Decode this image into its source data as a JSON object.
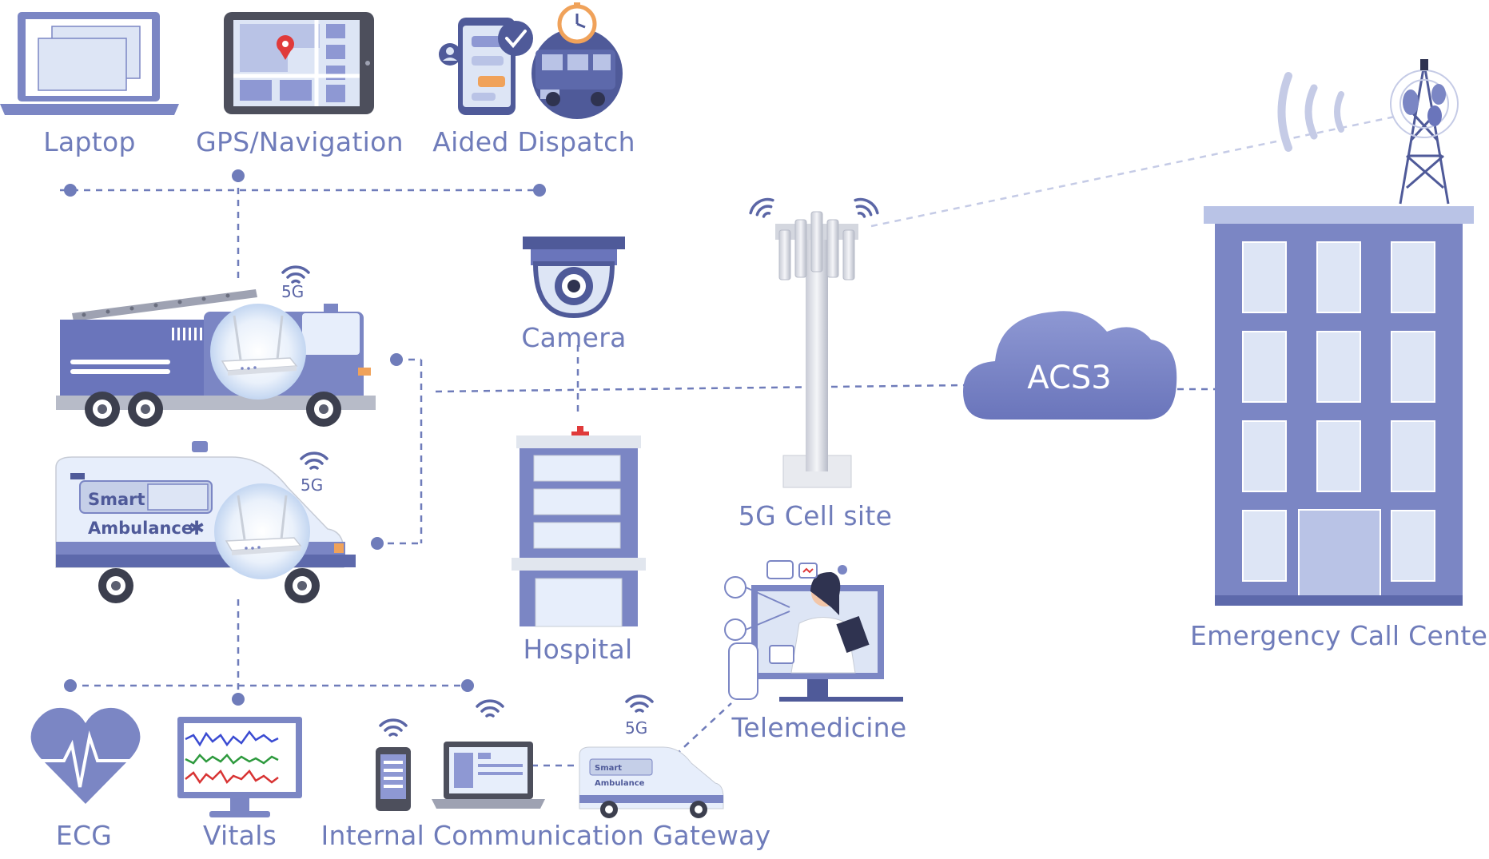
{
  "labels": {
    "laptop": "Laptop",
    "gps": "GPS/Navigation",
    "dispatch": "Aided Dispatch",
    "camera": "Camera",
    "hospital": "Hospital",
    "cell_site": "5G Cell site",
    "cloud": "ACS3",
    "call_center": "Emergency Call Center",
    "telemedicine": "Telemedicine",
    "ecg": "ECG",
    "vitals": "Vitals",
    "gateway": "Internal Communication Gateway"
  },
  "badges": {
    "firetruck_5g": "5G",
    "ambulance_5g": "5G",
    "gateway_5g": "5G"
  },
  "ambulance_text": {
    "line1": "Smart",
    "line2": "Ambulance"
  },
  "colors": {
    "primary": "#7b86c4",
    "dark": "#4f5a99",
    "light": "#dde5f5",
    "label": "#6f7cba",
    "cross": "#e03a3a"
  },
  "icons": [
    "laptop-icon",
    "tablet-map-icon",
    "dispatch-phone-icon",
    "fire-truck-icon",
    "router-icon",
    "ambulance-icon",
    "camera-icon",
    "hospital-icon",
    "cell-tower-icon",
    "cloud-icon",
    "call-center-building-icon",
    "doctor-screen-icon",
    "heart-ecg-icon",
    "vitals-monitor-icon",
    "phone-icon",
    "gateway-laptop-icon",
    "wifi-icon"
  ]
}
